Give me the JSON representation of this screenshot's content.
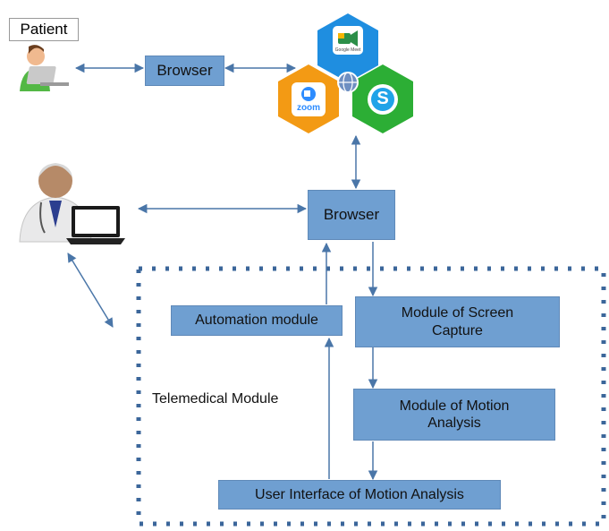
{
  "labels": {
    "patient": "Patient",
    "browser_top": "Browser",
    "browser_main": "Browser",
    "automation_module": "Automation module",
    "screen_capture_line1": "Module of Screen",
    "screen_capture_line2": "Capture",
    "motion_analysis_line1": "Module of  Motion",
    "motion_analysis_line2": "Analysis",
    "ui_motion_analysis": "User Interface of Motion Analysis",
    "telemedical_module": "Telemedical Module"
  },
  "apps": {
    "google_meet_text": "Google Meet",
    "zoom_text": "zoom",
    "skype_letter": "S"
  },
  "colors": {
    "box_fill": "#6f9fd1",
    "arrow": "#4a76a8",
    "dots": "#3b669a",
    "hex_blue": "#1f8ee0",
    "hex_orange": "#f39a14",
    "hex_green": "#2cae35"
  },
  "icons": [
    "patient-icon",
    "doctor-icon",
    "laptop-icon",
    "globe-icon"
  ]
}
